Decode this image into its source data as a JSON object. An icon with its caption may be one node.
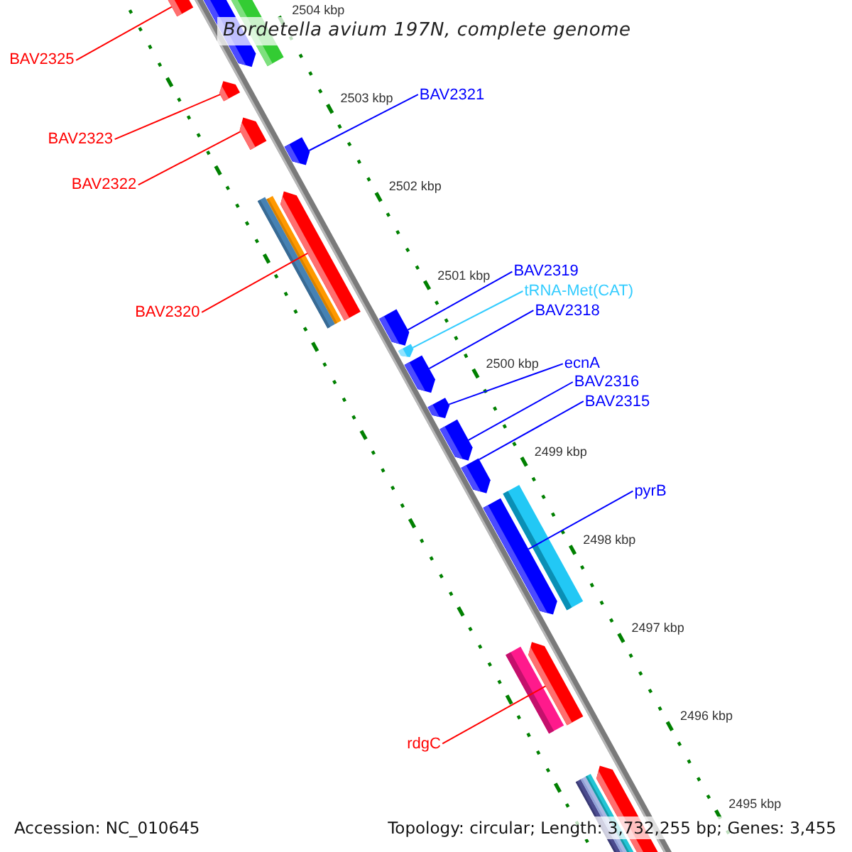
{
  "diagram": {
    "title": "Bordetella avium 197N, complete genome",
    "nodes": [
      {
        "text": [
          "BAV2325"
        ]
      },
      {
        "text": [
          "BAV2321"
        ]
      },
      {
        "text": [
          "BAV2323"
        ]
      },
      {
        "text": [
          "BAV2322"
        ]
      },
      {
        "text": [
          "BAV2319"
        ]
      },
      {
        "text": [
          "tRNA-Met(CAT)"
        ]
      },
      {
        "text": [
          "BAV2320"
        ]
      },
      {
        "text": [
          "BAV2318"
        ]
      },
      {
        "text": [
          "ecnA"
        ]
      },
      {
        "text": [
          "BAV2316"
        ]
      },
      {
        "text": [
          "BAV2315"
        ]
      },
      {
        "text": [
          "pyrB"
        ]
      },
      {
        "text": [
          "rdgC"
        ]
      },
      {
        "text": [],
        "shape": "bar"
      },
      {
        "text": [],
        "shape": "bar"
      },
      {
        "text": [],
        "shape": "bar"
      },
      {
        "text": [],
        "shape": "bar"
      },
      {
        "text": [],
        "shape": "bar"
      },
      {
        "text": [],
        "shape": "bar"
      },
      {
        "text": [],
        "shape": "bar"
      },
      {
        "text": [],
        "shape": "bar"
      },
      {
        "text": [],
        "shape": "bar"
      },
      {
        "text": [],
        "shape": "bar"
      },
      {
        "text": [],
        "shape": "bar"
      },
      {
        "text": [],
        "shape": "bar"
      },
      {
        "text": [],
        "shape": "bar"
      },
      {
        "text": [],
        "shape": "bar"
      },
      {
        "text": [],
        "shape": "bar"
      }
    ],
    "edges": [
      {
        "from": 0,
        "to": 13,
        "arrow": "none",
        "color": "#ff0000"
      },
      {
        "from": 1,
        "to": 17,
        "arrow": "none"
      },
      {
        "from": 2,
        "to": 15,
        "arrow": "none",
        "color": "#ff0000"
      },
      {
        "from": 3,
        "to": 16,
        "arrow": "none",
        "color": "#ff0000"
      },
      {
        "from": 4,
        "to": 19,
        "arrow": "none"
      },
      {
        "from": 5,
        "to": 20,
        "arrow": "none",
        "color": "#33ccff"
      },
      {
        "from": 6,
        "to": 18,
        "arrow": "none",
        "color": "#ff0000"
      },
      {
        "from": 7,
        "to": 21,
        "arrow": "none"
      },
      {
        "from": 8,
        "to": 22,
        "arrow": "none"
      },
      {
        "from": 9,
        "to": 23,
        "arrow": "none"
      },
      {
        "from": 10,
        "to": 24,
        "arrow": "none"
      },
      {
        "from": 11,
        "to": 25,
        "arrow": "none"
      },
      {
        "from": 12,
        "to": 26,
        "arrow": "none",
        "color": "#ff0000"
      }
    ],
    "labels": [
      "2504 kbp",
      "2503 kbp",
      "2502 kbp",
      "2501 kbp",
      "2500 kbp",
      "2499 kbp",
      "2498 kbp",
      "2497 kbp",
      "2496 kbp",
      "2495 kbp",
      "Accession: NC_010645",
      "Topology: circular; Length: 3,732,255 bp; Genes: 3,455"
    ]
  }
}
